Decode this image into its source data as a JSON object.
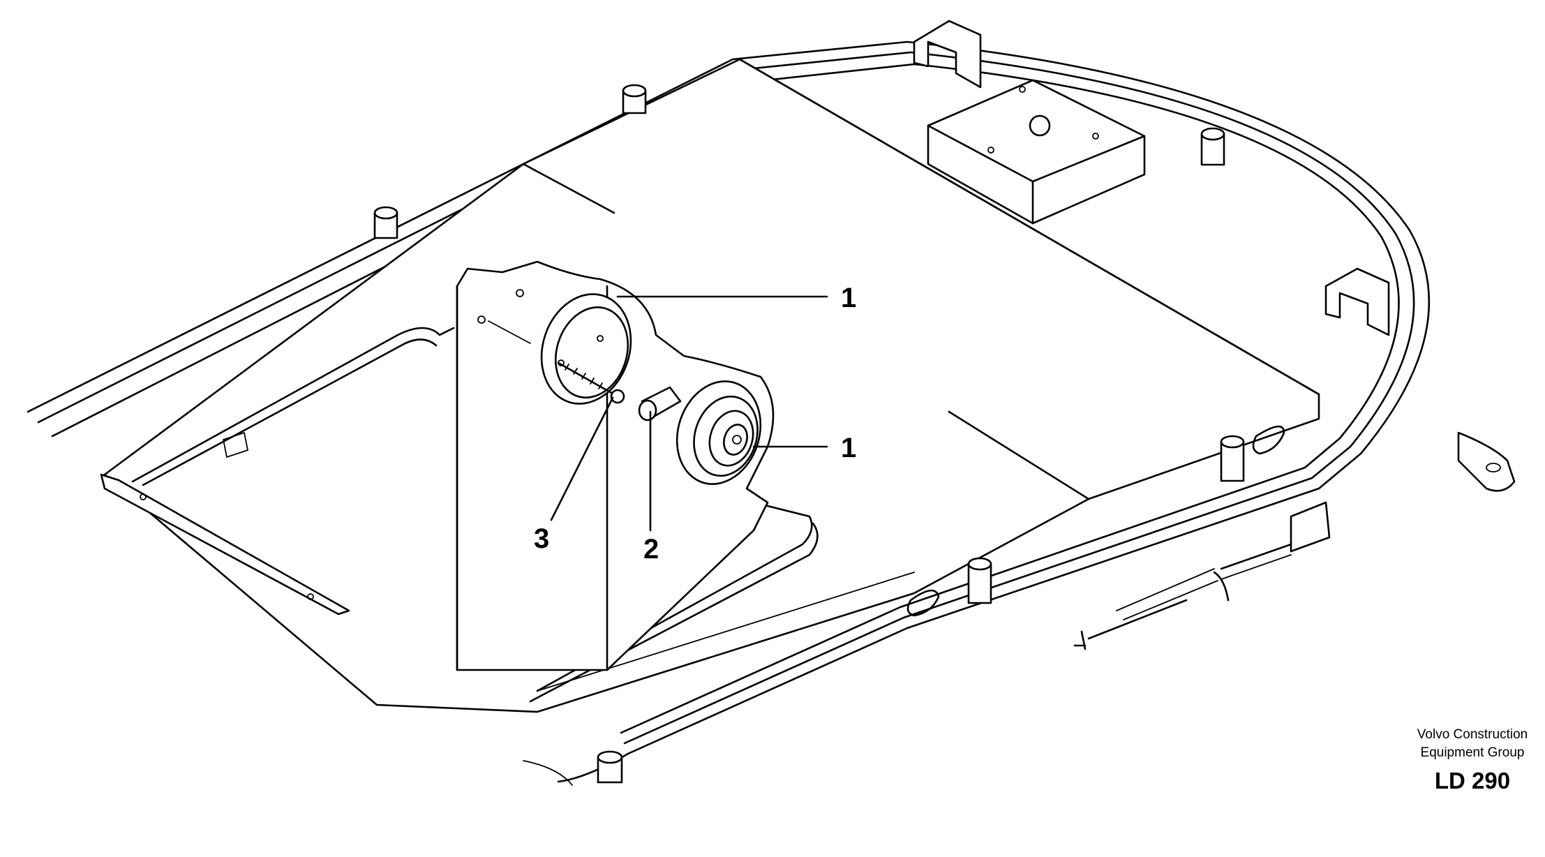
{
  "callouts": [
    {
      "id": "c1a",
      "label": "1"
    },
    {
      "id": "c1b",
      "label": "1"
    },
    {
      "id": "c2",
      "label": "2"
    },
    {
      "id": "c3",
      "label": "3"
    }
  ],
  "caption": {
    "company_line1": "Volvo Construction",
    "company_line2": "Equipment Group",
    "drawing_code": "LD 290"
  }
}
